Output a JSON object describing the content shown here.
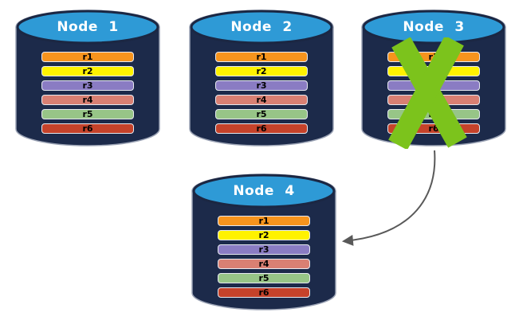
{
  "diagram": {
    "nodes": [
      {
        "label": "Node 1",
        "failed": false,
        "rows": [
          {
            "label": "r1",
            "color": "#F7941D"
          },
          {
            "label": "r2",
            "color": "#FFF200"
          },
          {
            "label": "r3",
            "color": "#8A7CC3"
          },
          {
            "label": "r4",
            "color": "#D98073"
          },
          {
            "label": "r5",
            "color": "#97C587"
          },
          {
            "label": "r6",
            "color": "#C5422A"
          }
        ]
      },
      {
        "label": "Node 2",
        "failed": false,
        "rows": [
          {
            "label": "r1",
            "color": "#F7941D"
          },
          {
            "label": "r2",
            "color": "#FFF200"
          },
          {
            "label": "r3",
            "color": "#8A7CC3"
          },
          {
            "label": "r4",
            "color": "#D98073"
          },
          {
            "label": "r5",
            "color": "#97C587"
          },
          {
            "label": "r6",
            "color": "#C5422A"
          }
        ]
      },
      {
        "label": "Node 3",
        "failed": true,
        "rows": [
          {
            "label": "r1",
            "color": "#F7941D"
          },
          {
            "label": "r2",
            "color": "#FFF200"
          },
          {
            "label": "r3",
            "color": "#8A7CC3"
          },
          {
            "label": "r4",
            "color": "#D98073"
          },
          {
            "label": "r5",
            "color": "#97C587"
          },
          {
            "label": "r6",
            "color": "#C5422A"
          }
        ]
      },
      {
        "label": "Node 4",
        "failed": false,
        "rows": [
          {
            "label": "r1",
            "color": "#F7941D"
          },
          {
            "label": "r2",
            "color": "#FFF200"
          },
          {
            "label": "r3",
            "color": "#8A7CC3"
          },
          {
            "label": "r4",
            "color": "#D98073"
          },
          {
            "label": "r5",
            "color": "#97C587"
          },
          {
            "label": "r6",
            "color": "#C5422A"
          }
        ]
      }
    ],
    "failure_cross": {
      "symbol": "X",
      "color": "#7CC31C"
    },
    "arrow": {
      "from": "Node 3",
      "to": "Node 4",
      "color": "#595959"
    },
    "colors": {
      "background": "#FFFFFF",
      "cylinder_body": "#1C2A4A",
      "cylinder_outline": "#9AA2B4",
      "cylinder_top": "#2E9AD6",
      "cylinder_top_border": "#1B2743",
      "title_text": "#FFFFFF",
      "row_text": "#000000"
    }
  }
}
